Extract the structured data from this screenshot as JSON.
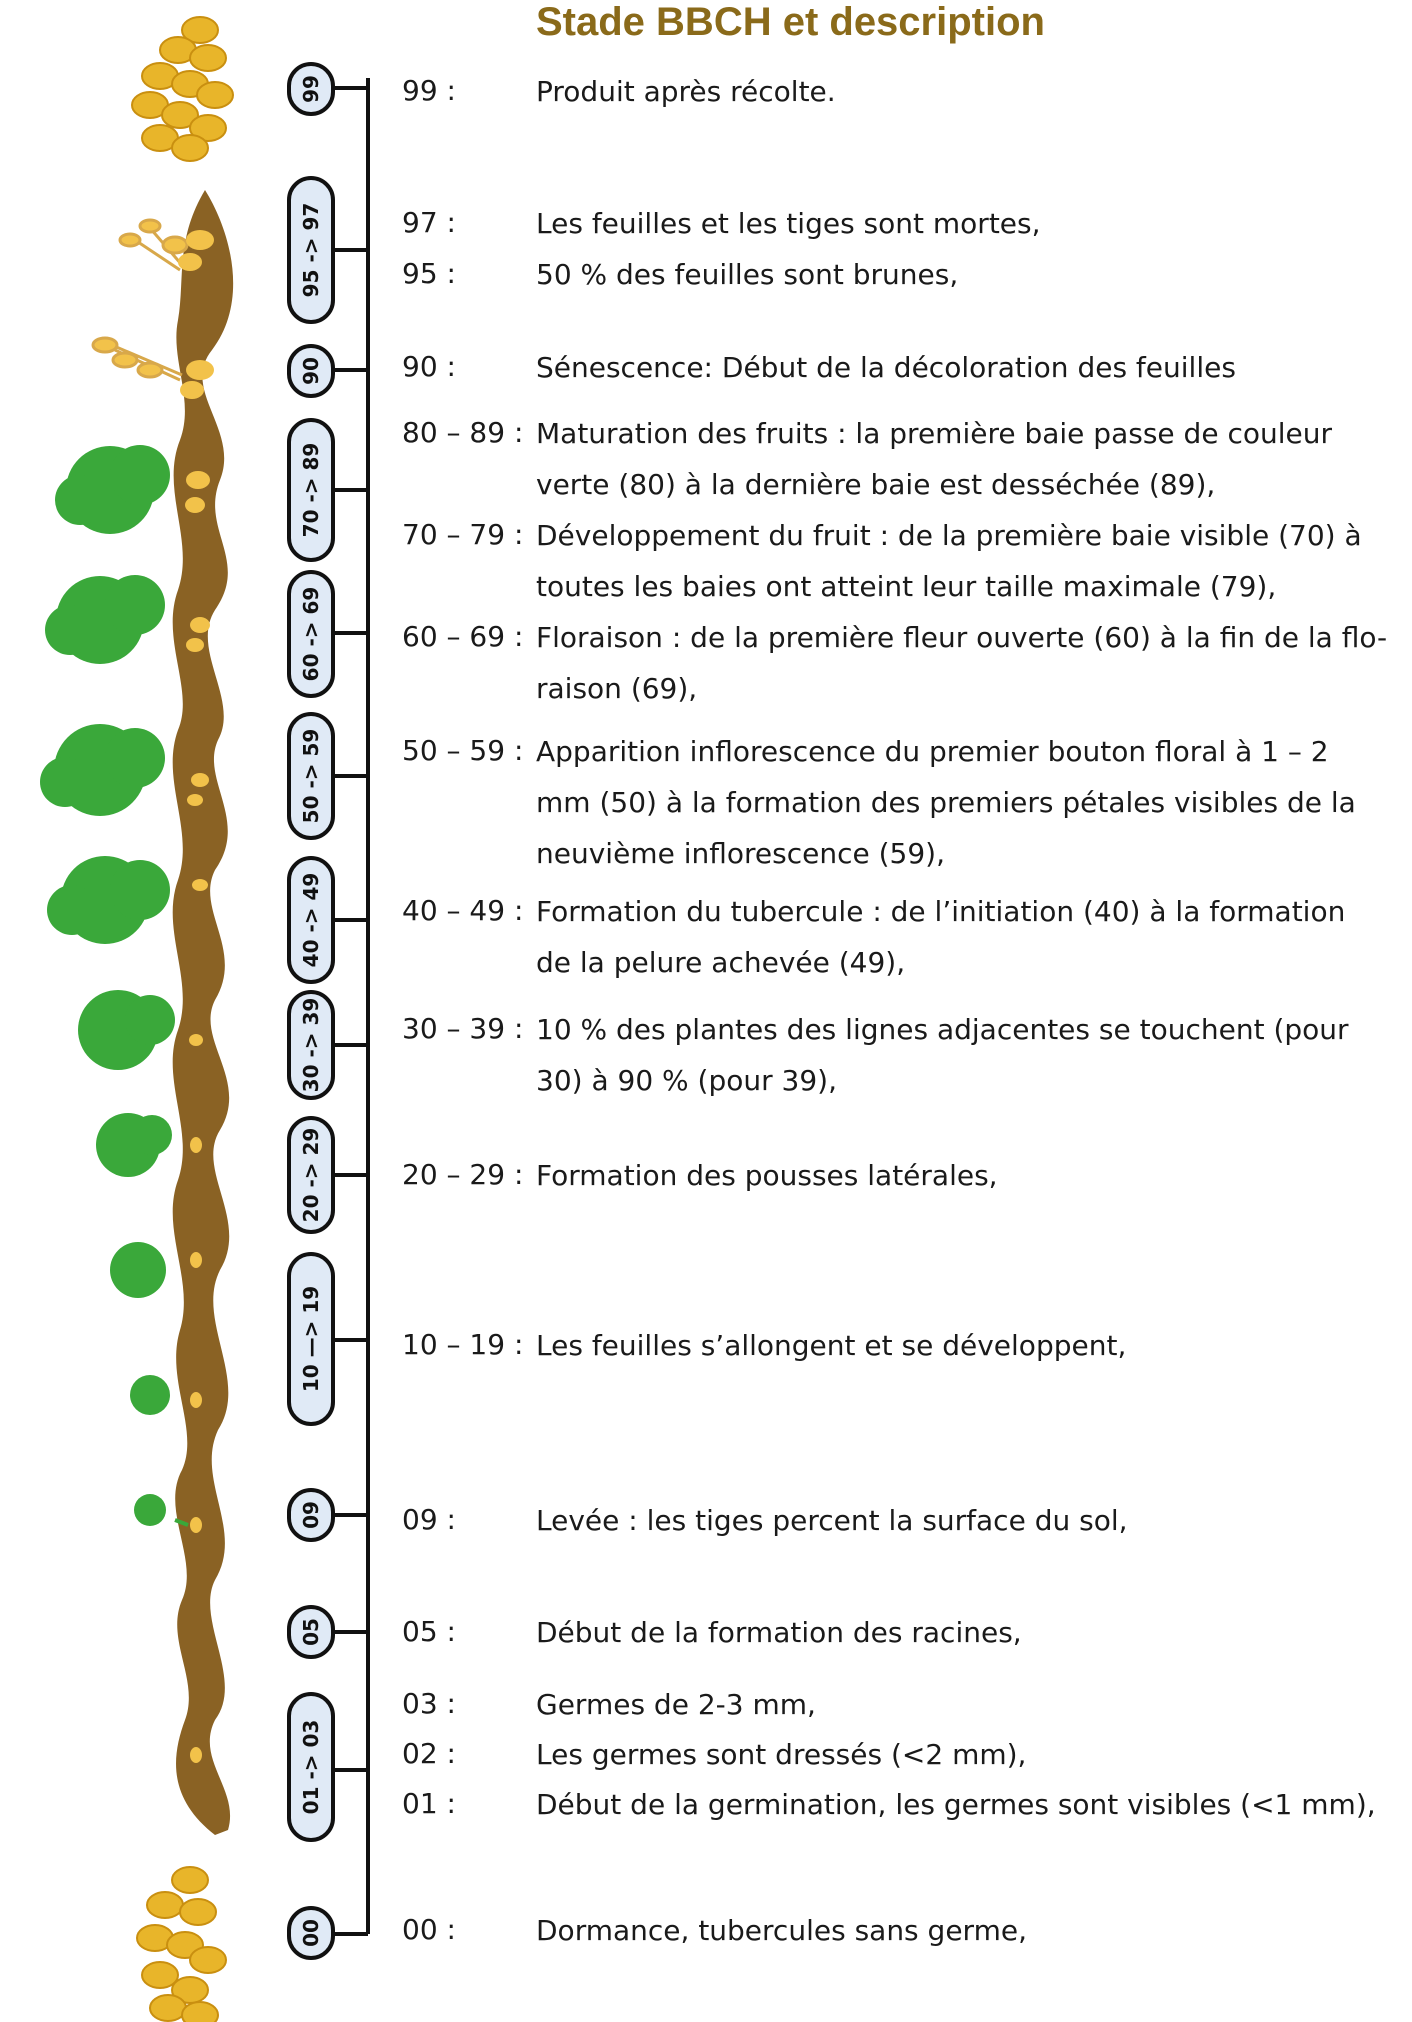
{
  "title": "Stade BBCH et description",
  "stages": [
    {
      "pill": "99",
      "rows": [
        {
          "code": "99 :",
          "lines": [
            "Produit après récolte."
          ]
        }
      ]
    },
    {
      "pill": "95 -> 97",
      "rows": [
        {
          "code": "97 :",
          "lines": [
            "Les feuilles et les tiges sont mortes,"
          ]
        },
        {
          "code": "95 :",
          "lines": [
            "50 % des feuilles sont brunes,"
          ]
        }
      ]
    },
    {
      "pill": "90",
      "rows": [
        {
          "code": "90 :",
          "lines": [
            "Sénescence: Début de la décoloration des feuilles"
          ]
        }
      ]
    },
    {
      "pill": "70 -> 89",
      "rows": [
        {
          "code": "80 – 89 :",
          "lines": [
            "Maturation des fruits : la première baie passe de couleur",
            "verte (80) à la dernière baie est desséchée (89),"
          ]
        },
        {
          "code": "70 – 79 :",
          "lines": [
            "Développement du fruit : de la première baie visible (70) à",
            "toutes les baies ont atteint leur taille maximale (79),"
          ]
        }
      ]
    },
    {
      "pill": "60 -> 69",
      "rows": [
        {
          "code": "60 – 69 :",
          "lines": [
            "Floraison : de la première fleur ouverte (60) à la fin de la flo-",
            "raison (69),"
          ]
        }
      ]
    },
    {
      "pill": "50 -> 59",
      "rows": [
        {
          "code": "50 – 59 :",
          "lines": [
            "Apparition inflorescence du premier bouton floral à 1 – 2",
            "mm (50) à la formation des premiers pétales visibles de la",
            "neuvième inflorescence (59),"
          ]
        }
      ]
    },
    {
      "pill": "40 -> 49",
      "rows": [
        {
          "code": "40 – 49 :",
          "lines": [
            "Formation du tubercule : de l’initiation (40) à la formation",
            "de la pelure achevée (49),"
          ]
        }
      ]
    },
    {
      "pill": "30 -> 39",
      "rows": [
        {
          "code": "30 – 39 :",
          "lines": [
            "10 % des plantes des lignes adjacentes se touchent (pour",
            "30) à 90 % (pour 39),"
          ]
        }
      ]
    },
    {
      "pill": "20 -> 29",
      "rows": [
        {
          "code": "20 – 29 :",
          "lines": [
            "Formation des pousses latérales,"
          ]
        }
      ]
    },
    {
      "pill": "10 —> 19",
      "rows": [
        {
          "code": "10 – 19 :",
          "lines": [
            "Les feuilles s’allongent et se développent,"
          ]
        }
      ]
    },
    {
      "pill": "09",
      "rows": [
        {
          "code": "09 :",
          "lines": [
            "Levée : les tiges percent la surface du sol,"
          ]
        }
      ]
    },
    {
      "pill": "05",
      "rows": [
        {
          "code": "05 :",
          "lines": [
            "Début de la formation des racines,"
          ]
        }
      ]
    },
    {
      "pill": "01 -> 03",
      "rows": [
        {
          "code": "03 :",
          "lines": [
            "Germes de 2-3 mm,"
          ]
        },
        {
          "code": "02 :",
          "lines": [
            "Les germes sont dressés (<2 mm),"
          ]
        },
        {
          "code": "01 :",
          "lines": [
            "Début de la germination, les germes sont visibles (<1 mm),"
          ]
        }
      ]
    },
    {
      "pill": "00",
      "rows": [
        {
          "code": "00 :",
          "lines": [
            "Dormance, tubercules sans germe,"
          ]
        }
      ]
    }
  ],
  "colors": {
    "soil": "#8a6224",
    "tuber": "#e8b52a",
    "leaf": "#3aa83a",
    "title": "#8a6a1a",
    "pill_fill": "#e0eaf6"
  }
}
